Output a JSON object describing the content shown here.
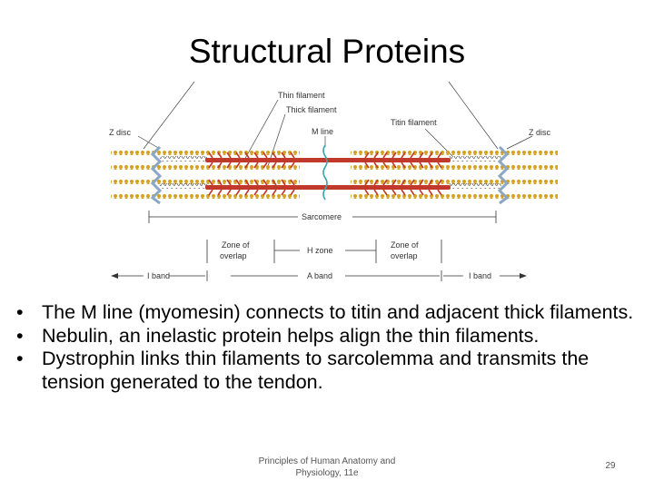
{
  "slide": {
    "title": "Structural Proteins",
    "bullets": [
      "The M line (myomesin) connects to titin and adjacent thick filaments.",
      "Nebulin, an inelastic protein helps align the thin filaments.",
      "Dystrophin links thin filaments to sarcolemma and transmits the tension generated to the tendon."
    ],
    "bullet_icon": "bullet-dot",
    "footer": {
      "line1": "Principles of Human Anatomy and",
      "line2": "Physiology, 11e"
    },
    "page_number": "29"
  },
  "figure": {
    "labels": {
      "thin_filament": "Thin filament",
      "thick_filament": "Thick filament",
      "titin_filament": "Titin filament",
      "m_line": "M line",
      "z_disc_left": "Z disc",
      "z_disc_right": "Z disc",
      "sarcomere": "Sarcomere",
      "zone_overlap_left_1": "Zone of",
      "zone_overlap_left_2": "overlap",
      "h_zone": "H zone",
      "zone_overlap_right_1": "Zone of",
      "zone_overlap_right_2": "overlap",
      "i_band_left": "I band",
      "a_band": "A band",
      "i_band_right": "I band"
    },
    "colors": {
      "thick_filament": "#c0392b",
      "thin_filament": "#d4a020",
      "z_disc": "#8aa7c4",
      "m_line": "#3aa6b0",
      "titin": "#555555"
    }
  }
}
